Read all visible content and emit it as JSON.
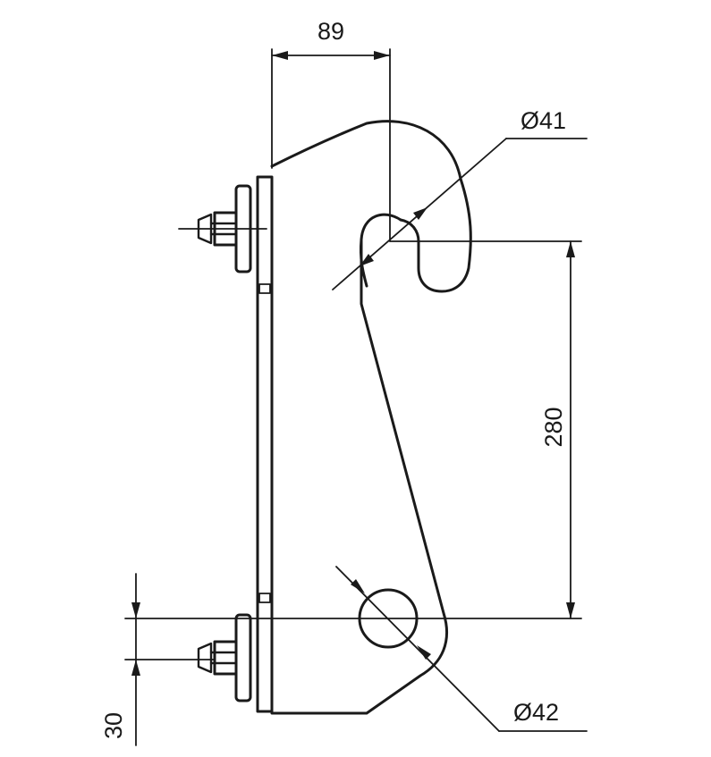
{
  "dimensions": {
    "width_89": "89",
    "height_280": "280",
    "offset_30": "30",
    "dia_41": "Ø41",
    "dia_42": "Ø42"
  },
  "colors": {
    "line": "#1a1a1a",
    "background": "#ffffff"
  }
}
